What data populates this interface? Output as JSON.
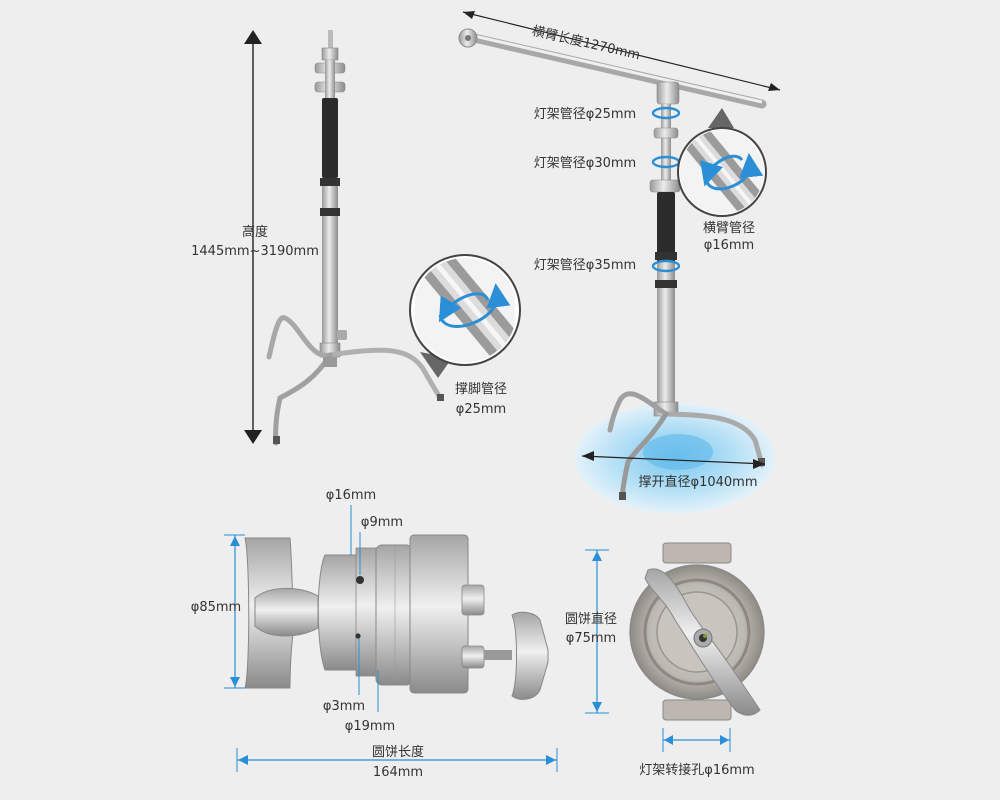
{
  "labels": {
    "height_title": "高度",
    "height_value": "1445mm~3190mm",
    "leg_tube_title": "撑脚管径",
    "leg_tube_value": "φ25mm",
    "arm_length": "横臂长度1270mm",
    "tube_25": "灯架管径φ25mm",
    "tube_30": "灯架管径φ30mm",
    "tube_35": "灯架管径φ35mm",
    "arm_tube_title": "横臂管径",
    "arm_tube_value": "φ16mm",
    "spread_diameter": "撑开直径φ1040mm",
    "head_16": "φ16mm",
    "head_9": "φ9mm",
    "head_85": "φ85mm",
    "head_3": "φ3mm",
    "head_19": "φ19mm",
    "disc_length_title": "圆饼长度",
    "disc_length_value": "164mm",
    "disc_dia_title": "圆饼直径",
    "disc_dia_value": "φ75mm",
    "rotate_hole": "灯架转接孔φ16mm"
  },
  "colors": {
    "background": "#eeeeee",
    "metal": "#c8c8c8",
    "metal_dark": "#8a8a8a",
    "grip": "#2b2b2b",
    "accent_blue": "#2a8fd6",
    "dimension_line": "#222222"
  }
}
